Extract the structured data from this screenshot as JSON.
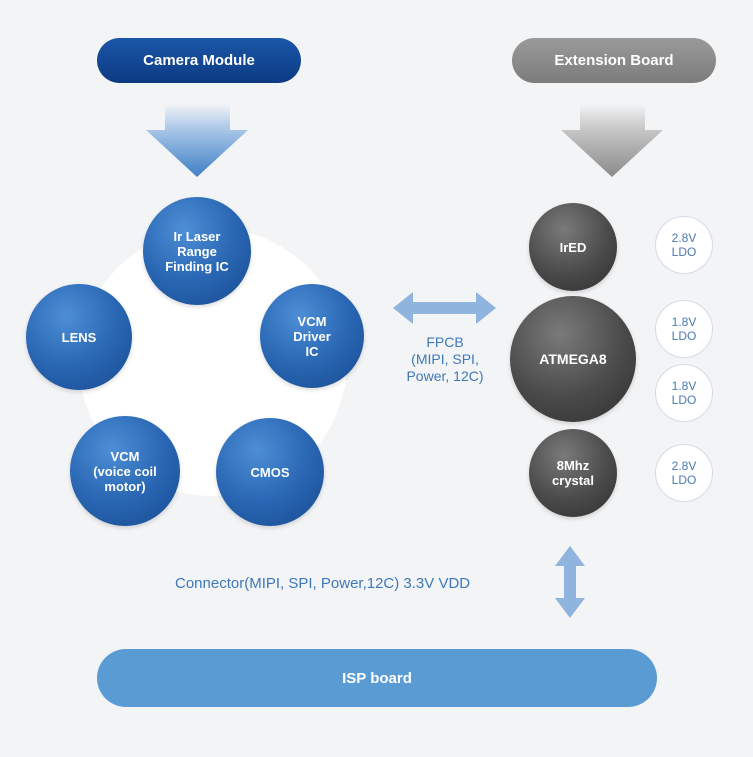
{
  "headers": {
    "camera_module": "Camera Module",
    "extension_board": "Extension Board"
  },
  "camera_components": {
    "ir_laser": "Ir Laser\nRange\nFinding IC",
    "vcm_driver": "VCM\nDriver\nIC",
    "cmos": "CMOS",
    "vcm_motor": "VCM\n(voice coil\nmotor)",
    "lens": "LENS"
  },
  "extension_components": {
    "ired": "IrED",
    "atmega8": "ATMEGA8",
    "crystal": "8Mhz\ncrystal"
  },
  "ldos": [
    "2.8V\nLDO",
    "1.8V\nLDO",
    "1.8V\nLDO",
    "2.8V\nLDO"
  ],
  "fpcb_label": "FPCB\n(MIPI, SPI,\nPower, 12C)",
  "connector_label": "Connector(MIPI, SPI, Power,12C) 3.3V VDD",
  "isp_board": "ISP board",
  "colors": {
    "primary_blue": "#1a56a8",
    "ball_blue": "#2a67b4",
    "gray": "#8a8a8a",
    "light_blue": "#5b9bd4",
    "arrow_blue": "#8fb4dd"
  }
}
